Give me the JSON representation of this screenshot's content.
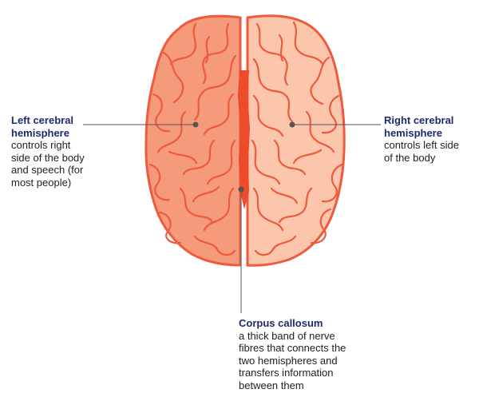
{
  "colors": {
    "left_hemisphere_fill": "#f59a7b",
    "right_hemisphere_fill": "#fcc6ad",
    "outline": "#ee5a3d",
    "corpus_callosum": "#ee4a2c",
    "leader_line": "#555555",
    "title_text": "#1f2a6e",
    "body_text": "#222222"
  },
  "labels": {
    "left": {
      "title": "Left cerebral\nhemisphere",
      "description": "controls right\nside of the body\nand speech (for\nmost people)"
    },
    "right": {
      "title": "Right cerebral\nhemisphere",
      "description": "controls left side\nof the body"
    },
    "corpus": {
      "title": "Corpus callosum",
      "description": "a thick band of nerve\nfibres that connects the\ntwo hemispheres and\ntransfers information\nbetween them"
    }
  }
}
